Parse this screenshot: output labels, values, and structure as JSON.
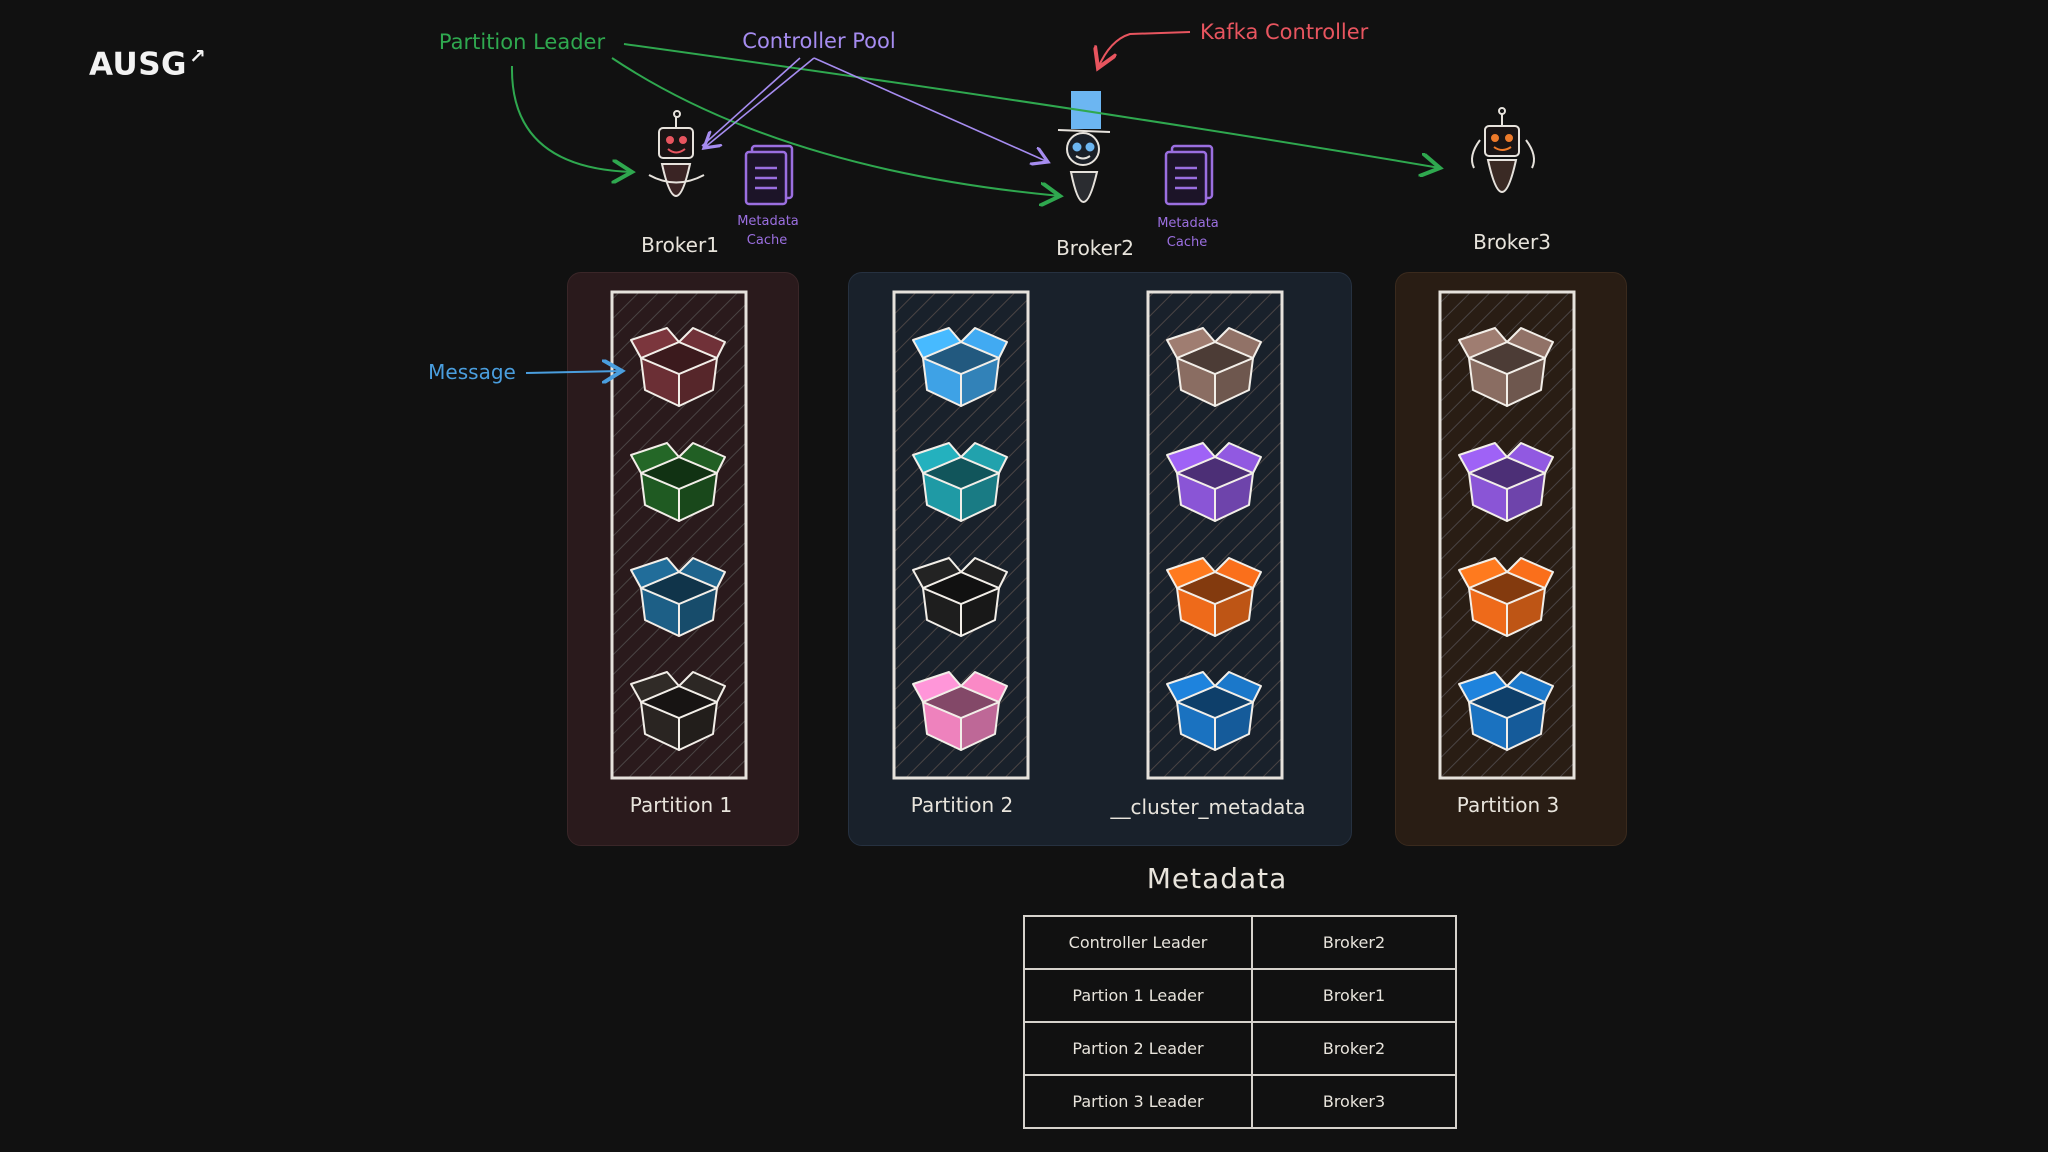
{
  "logo": {
    "text": "AUSG",
    "arrow": "↗"
  },
  "annotations": {
    "partition_leader": "Partition Leader",
    "controller_pool": "Controller Pool",
    "kafka_controller": "Kafka Controller",
    "message": "Message"
  },
  "brokers": [
    {
      "name": "Broker1",
      "cache_line1": "Metadata",
      "cache_line2": "Cache"
    },
    {
      "name": "Broker2",
      "cache_line1": "Metadata",
      "cache_line2": "Cache"
    },
    {
      "name": "Broker3"
    }
  ],
  "partitions": [
    {
      "label": "Partition 1",
      "boxes": [
        "#6b2f35",
        "#1f5a22",
        "#1d5f86",
        "#2a2522"
      ]
    },
    {
      "label": "Partition 2",
      "boxes": [
        "#3ea2e6",
        "#1f9aa5",
        "#1e1e1e",
        "#ee82bd"
      ]
    },
    {
      "label": "__cluster_metadata",
      "boxes": [
        "#8a6d62",
        "#8a55d6",
        "#ee6a1a",
        "#1a72c0"
      ]
    },
    {
      "label": "Partition 3",
      "boxes": [
        "#8a6d62",
        "#8a55d6",
        "#ee6a1a",
        "#1a72c0"
      ]
    }
  ],
  "metadata": {
    "title": "Metadata",
    "rows": [
      {
        "key": "Controller Leader",
        "value": "Broker2"
      },
      {
        "key": "Partion 1 Leader",
        "value": "Broker1"
      },
      {
        "key": "Partion 2 Leader",
        "value": "Broker2"
      },
      {
        "key": "Partion 3 Leader",
        "value": "Broker3"
      }
    ]
  },
  "colors": {
    "partition_leader": "#2fa84f",
    "controller_pool": "#a68cf0",
    "kafka_controller": "#e8555f",
    "message": "#4a9ede",
    "panel1": "#2a1a1c",
    "panel2": "#1a222c",
    "panel3": "#2a1e14",
    "cache_icon": "#9b6fe0",
    "controller_hat": "#6cb6f2"
  }
}
